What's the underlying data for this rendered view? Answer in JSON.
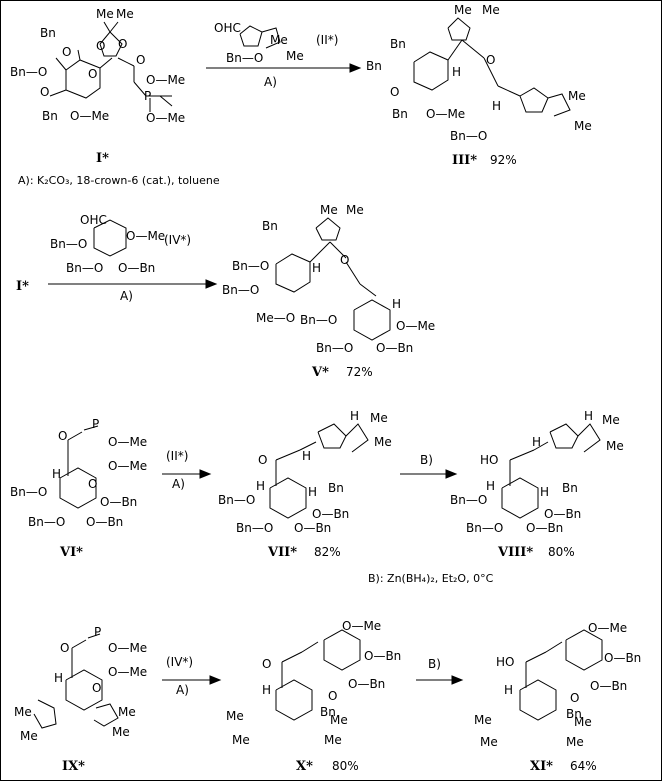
{
  "conditions": {
    "A": "A): K₂CO₃, 18-crown-6 (cat.), toluene",
    "B": "B): Zn(BH₄)₂, Et₂O, 0°C"
  },
  "reactions": [
    {
      "start": "I*",
      "reagent": "(II*)",
      "arrow_label": "A)",
      "product": "III*",
      "yield": "92%"
    },
    {
      "start": "I*",
      "reagent": "(IV*)",
      "arrow_label": "A)",
      "product": "V*",
      "yield": "72%"
    },
    {
      "start": "VI*",
      "reagent": "(II*)",
      "arrow_label": "A)",
      "product": "VII*",
      "yield": "82%",
      "step2_label": "B)",
      "product2": "VIII*",
      "yield2": "80%"
    },
    {
      "start": "IX*",
      "reagent": "(IV*)",
      "arrow_label": "A)",
      "product": "X*",
      "yield": "80%",
      "step2_label": "B)",
      "product2": "XI*",
      "yield2": "64%"
    }
  ],
  "groups": {
    "bn": "Bn",
    "o": "O",
    "me": "Me",
    "ome": "OMe",
    "h": "H",
    "p": "P",
    "cho": "OHC",
    "ho": "HO",
    "bno": "Bn—O",
    "ob": "O—Bn",
    "om": "O—Me",
    "mo": "Me—O"
  }
}
